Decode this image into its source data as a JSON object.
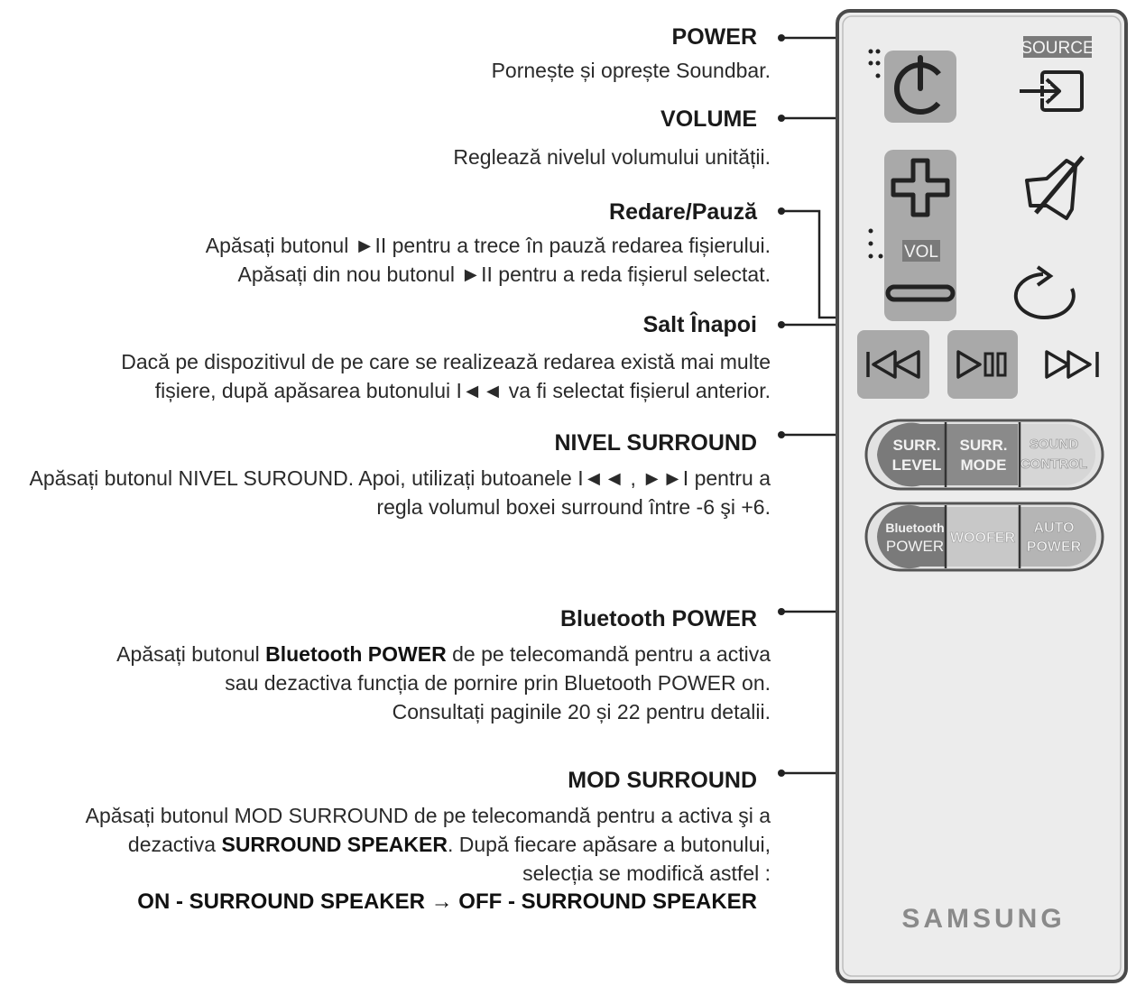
{
  "sections": {
    "power": {
      "title": "POWER",
      "lines": [
        "Pornește și oprește Soundbar."
      ]
    },
    "volume": {
      "title": "VOLUME",
      "lines": [
        "Reglează nivelul volumului unității."
      ]
    },
    "play": {
      "title": "Redare/Pauză",
      "lines": [
        "Apăsați butonul ►II pentru a trece în pauză redarea fișierului.",
        "Apăsați din nou butonul ►II pentru a reda fișierul selectat."
      ]
    },
    "skip": {
      "title": "Salt Înapoi",
      "lines": [
        "Dacă pe dispozitivul de pe care se realizează redarea există mai multe",
        "fișiere, după apăsarea butonului I◄◄ va fi selectat fișierul anterior."
      ]
    },
    "surround_level": {
      "title": "NIVEL SURROUND",
      "lines": [
        "Apăsați butonul NIVEL SUROUND. Apoi, utilizați butoanele I◄◄ , ►►I pentru a",
        "regla volumul boxei surround între -6 şi +6."
      ]
    },
    "bluetooth": {
      "title": "Bluetooth POWER",
      "line1_pre": "Apăsați butonul ",
      "line1_bold": "Bluetooth POWER",
      "line1_post": " de pe telecomandă pentru a activa",
      "line2": "sau dezactiva funcția de pornire prin Bluetooth POWER on.",
      "line3": "Consultați paginile 20 și 22 pentru detalii."
    },
    "surround_mode": {
      "title": "MOD SURROUND",
      "line1": "Apăsați butonul MOD SURROUND de pe telecomandă pentru a activa şi a",
      "line2_pre": "dezactiva ",
      "line2_bold": "SURROUND SPEAKER",
      "line2_post": ". După fiecare apăsare a butonului,",
      "line3": "selecția se modifică astfel :",
      "line4": "ON - SURROUND SPEAKER → OFF - SURROUND SPEAKER"
    }
  },
  "remote": {
    "source_label": "SOURCE",
    "vol_label": "VOL",
    "surr_level": [
      "SURR.",
      "LEVEL"
    ],
    "surr_mode": [
      "SURR.",
      "MODE"
    ],
    "sound_control": [
      "SOUND",
      "CONTROL"
    ],
    "bt_power": [
      "Bluetooth",
      "POWER"
    ],
    "woofer": "WOOFER",
    "auto_power": [
      "AUTO",
      "POWER"
    ],
    "brand": "SAMSUNG"
  }
}
